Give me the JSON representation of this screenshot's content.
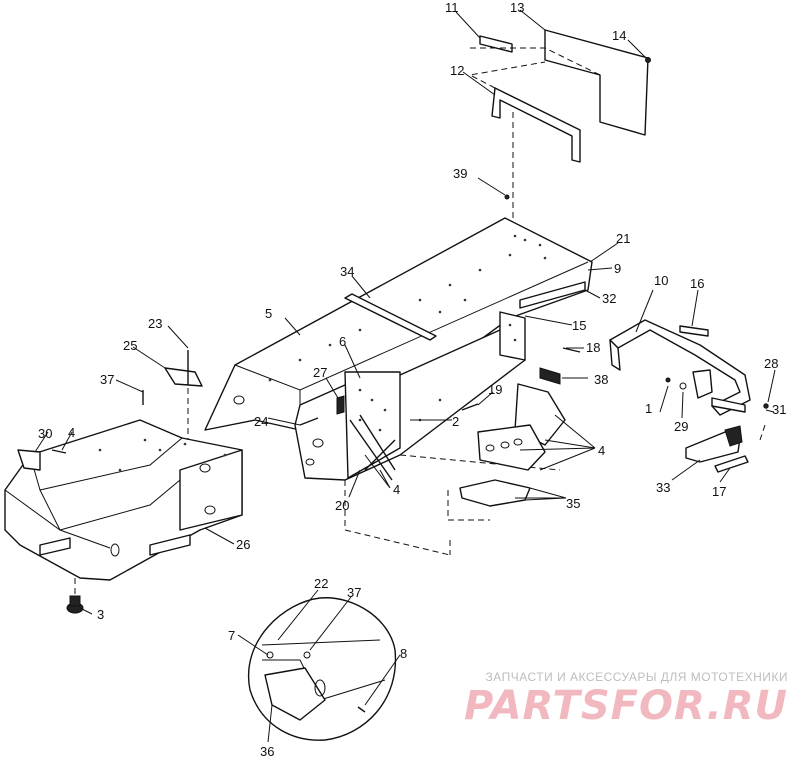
{
  "callouts": [
    "1",
    "2",
    "3",
    "4",
    "5",
    "6",
    "7",
    "8",
    "9",
    "10",
    "11",
    "12",
    "13",
    "14",
    "15",
    "16",
    "17",
    "18",
    "19",
    "20",
    "21",
    "22",
    "23",
    "24",
    "25",
    "26",
    "27",
    "28",
    "29",
    "30",
    "31",
    "32",
    "33",
    "34",
    "35",
    "36",
    "37",
    "38",
    "39"
  ],
  "watermark": {
    "line1": "ЗАПЧАСТИ И АКСЕССУАРЫ ДЛЯ МОТОТЕХНИКИ",
    "brand": "PARTSFOR.RU"
  }
}
